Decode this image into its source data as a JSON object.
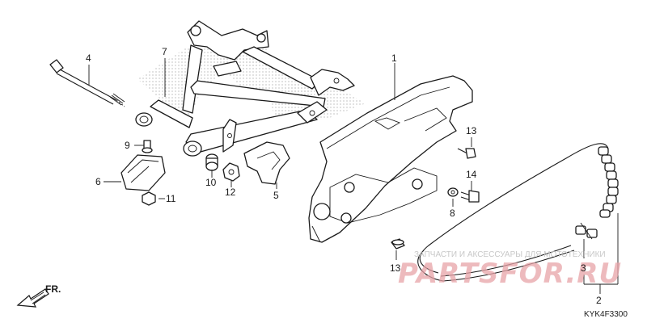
{
  "diagram_code": "KYK4F3300",
  "watermark_text": "ЗАПЧАСТИ И АКСЕССУАРЫ ДЛЯ МОТОТЕХНИКИ",
  "watermark_logo": "PARTSFOR.RU",
  "direction_label": "FR.",
  "callouts": [
    "1",
    "2",
    "3",
    "4",
    "5",
    "6",
    "7",
    "8",
    "9",
    "10",
    "11",
    "12",
    "13",
    "13",
    "14"
  ],
  "colors": {
    "ink": "#1a1a1a",
    "watermark": "#e8a3a8",
    "watermark_small": "#c8c8c8"
  },
  "icons": {
    "direction": "front-arrow-icon"
  }
}
